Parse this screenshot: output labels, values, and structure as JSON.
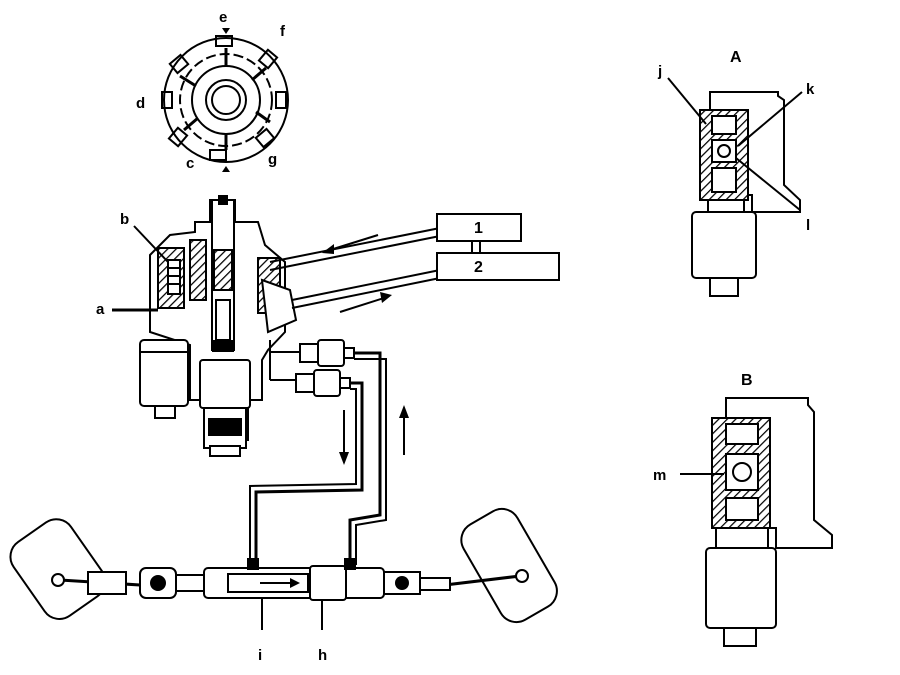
{
  "labels": {
    "a": "a",
    "b": "b",
    "c": "c",
    "d": "d",
    "e": "e",
    "f": "f",
    "g": "g",
    "h": "h",
    "i": "i",
    "j": "j",
    "k": "k",
    "l": "l",
    "m": "m"
  },
  "boxes": {
    "one": "1",
    "two": "2"
  },
  "views": {
    "A": "A",
    "B": "B"
  }
}
